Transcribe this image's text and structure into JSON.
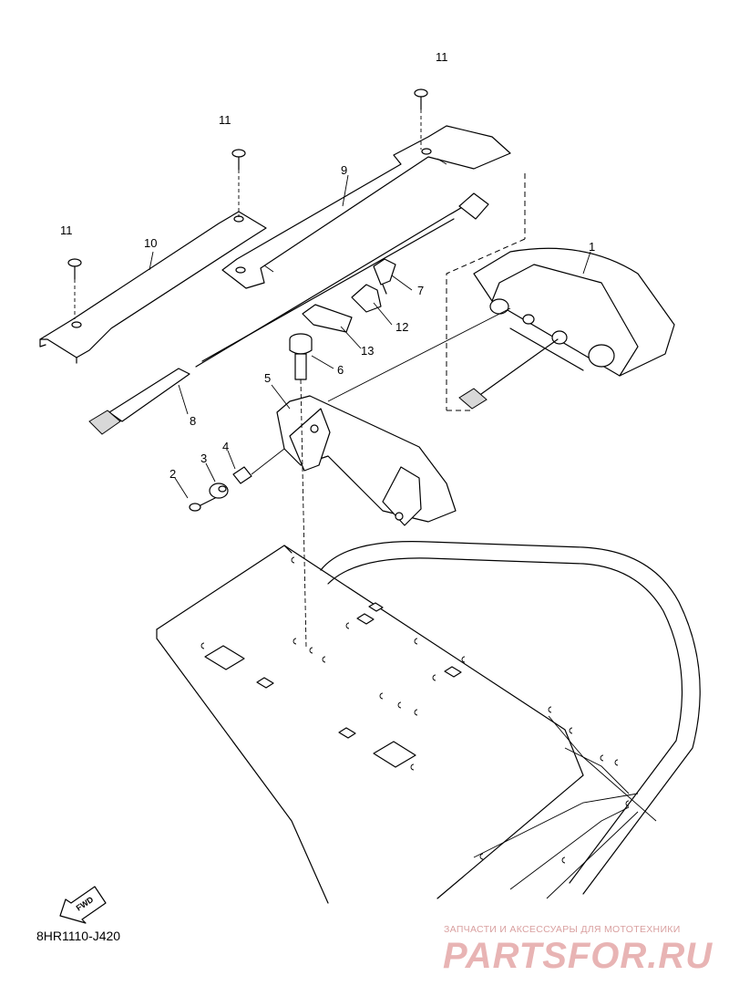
{
  "callouts": {
    "c1": "1",
    "c2": "2",
    "c3": "3",
    "c4": "4",
    "c5": "5",
    "c6": "6",
    "c7": "7",
    "c8": "8",
    "c9": "9",
    "c10": "10",
    "c11a": "11",
    "c11b": "11",
    "c11c": "11",
    "c12": "12",
    "c13": "13"
  },
  "fwd_label": "FWD",
  "diagram_code": "8HR1110-J420",
  "watermark": {
    "tagline": "ЗАПЧАСТИ И АКСЕССУАРЫ ДЛЯ МОТОТЕХНИКИ",
    "logo": "PARTSFOR.RU"
  }
}
